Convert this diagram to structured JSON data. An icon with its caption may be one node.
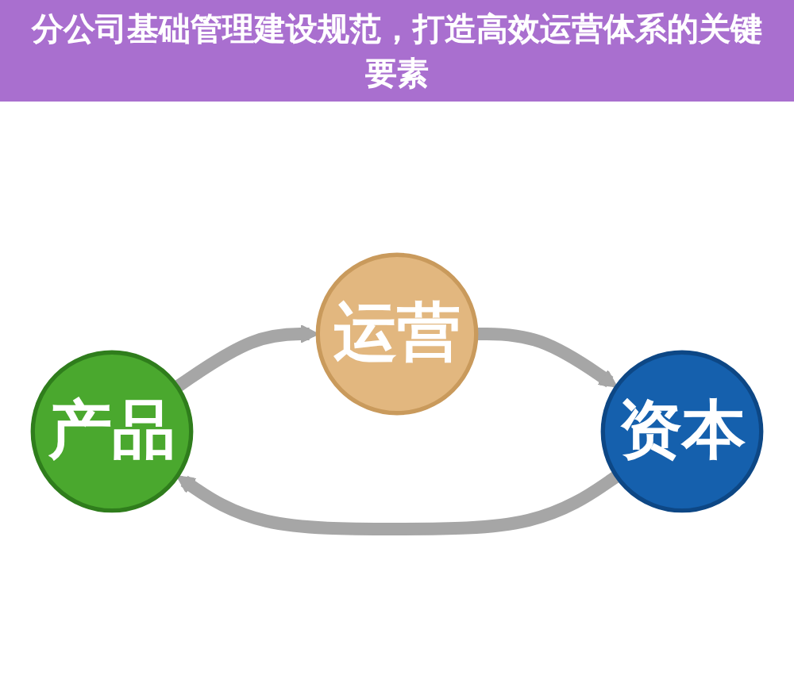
{
  "diagram": {
    "title": "分公司基础管理建设规范，打造高效运营体系的关键要素",
    "nodes": [
      {
        "text": [
          "产品"
        ]
      },
      {
        "text": [
          "资本"
        ]
      },
      {
        "text": [
          "运营"
        ]
      }
    ],
    "edges": [
      {
        "from": 1,
        "to": 0,
        "arrow": "to"
      },
      {
        "from": 0,
        "to": 2,
        "arrow": "to"
      },
      {
        "from": 2,
        "to": 1,
        "arrow": "to"
      }
    ]
  }
}
